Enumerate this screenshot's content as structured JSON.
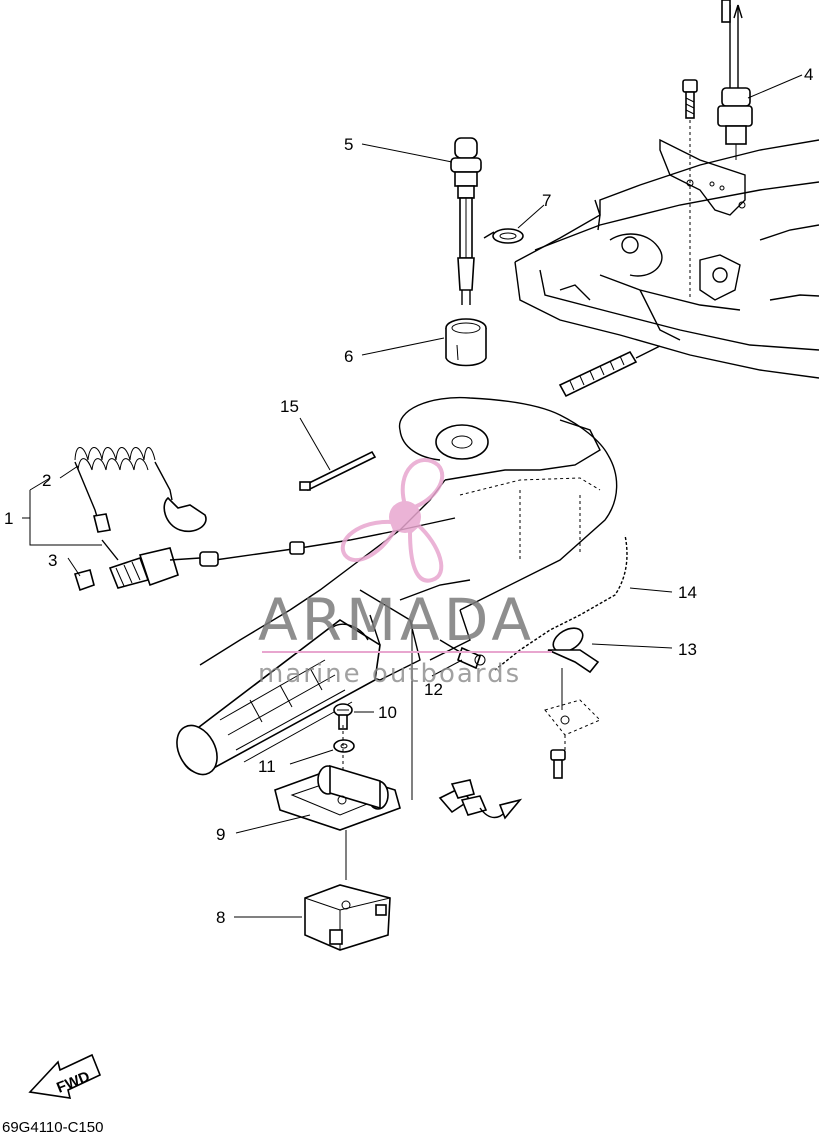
{
  "callouts": [
    {
      "id": "1",
      "text": "1"
    },
    {
      "id": "2",
      "text": "2"
    },
    {
      "id": "3",
      "text": "3"
    },
    {
      "id": "4",
      "text": "4"
    },
    {
      "id": "5",
      "text": "5"
    },
    {
      "id": "6",
      "text": "6"
    },
    {
      "id": "7",
      "text": "7"
    },
    {
      "id": "8",
      "text": "8"
    },
    {
      "id": "9",
      "text": "9"
    },
    {
      "id": "10",
      "text": "10"
    },
    {
      "id": "11",
      "text": "11"
    },
    {
      "id": "12",
      "text": "12"
    },
    {
      "id": "13",
      "text": "13"
    },
    {
      "id": "14",
      "text": "14"
    },
    {
      "id": "15",
      "text": "15"
    }
  ],
  "direction_badge": "FWD",
  "diagram_code": "69G4110-C150",
  "watermark": {
    "brand": "ARMADA",
    "tagline": "marine outboards",
    "logo_color": "#e8a6cf",
    "text_color": "#7a7a7a"
  }
}
